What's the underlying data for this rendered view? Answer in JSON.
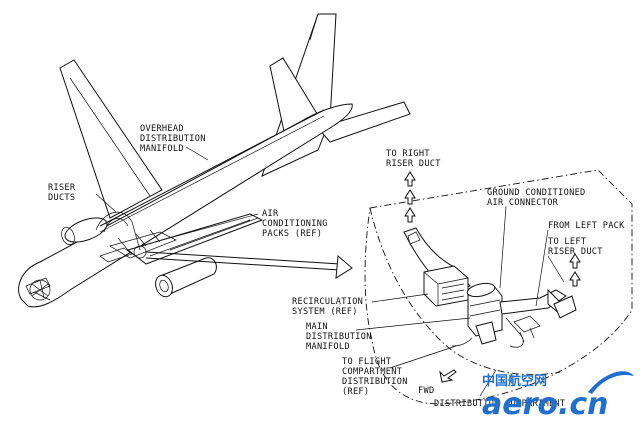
{
  "labels": {
    "overhead": [
      "OVERHEAD",
      "DISTRIBUTION",
      "MANIFOLD"
    ],
    "riser": [
      "RISER",
      "DUCTS"
    ],
    "ac_packs": [
      "AIR",
      "CONDITIONING",
      "PACKS (REF)"
    ],
    "to_right_riser": [
      "TO RIGHT",
      "RISER DUCT"
    ],
    "ground_conn": [
      "GROUND CONDITIONED",
      "AIR CONNECTOR"
    ],
    "from_left_pack": [
      "FROM LEFT PACK"
    ],
    "to_left_riser": [
      "TO LEFT",
      "RISER DUCT"
    ],
    "recirc": [
      "RECIRCULATION",
      "SYSTEM (REF)"
    ],
    "main_manifold": [
      "MAIN",
      "DISTRIBUTION",
      "MANIFOLD"
    ],
    "flight_comp": [
      "TO FLIGHT",
      "COMPARTMENT",
      "DISTRIBUTION",
      "(REF)"
    ],
    "fwd": "FWD",
    "distribution": "DISTRIBUTION COMPARTMENT"
  },
  "watermark": {
    "cn": "中国航空网",
    "en": "aero.cn",
    "color": "#1e6fd0"
  }
}
